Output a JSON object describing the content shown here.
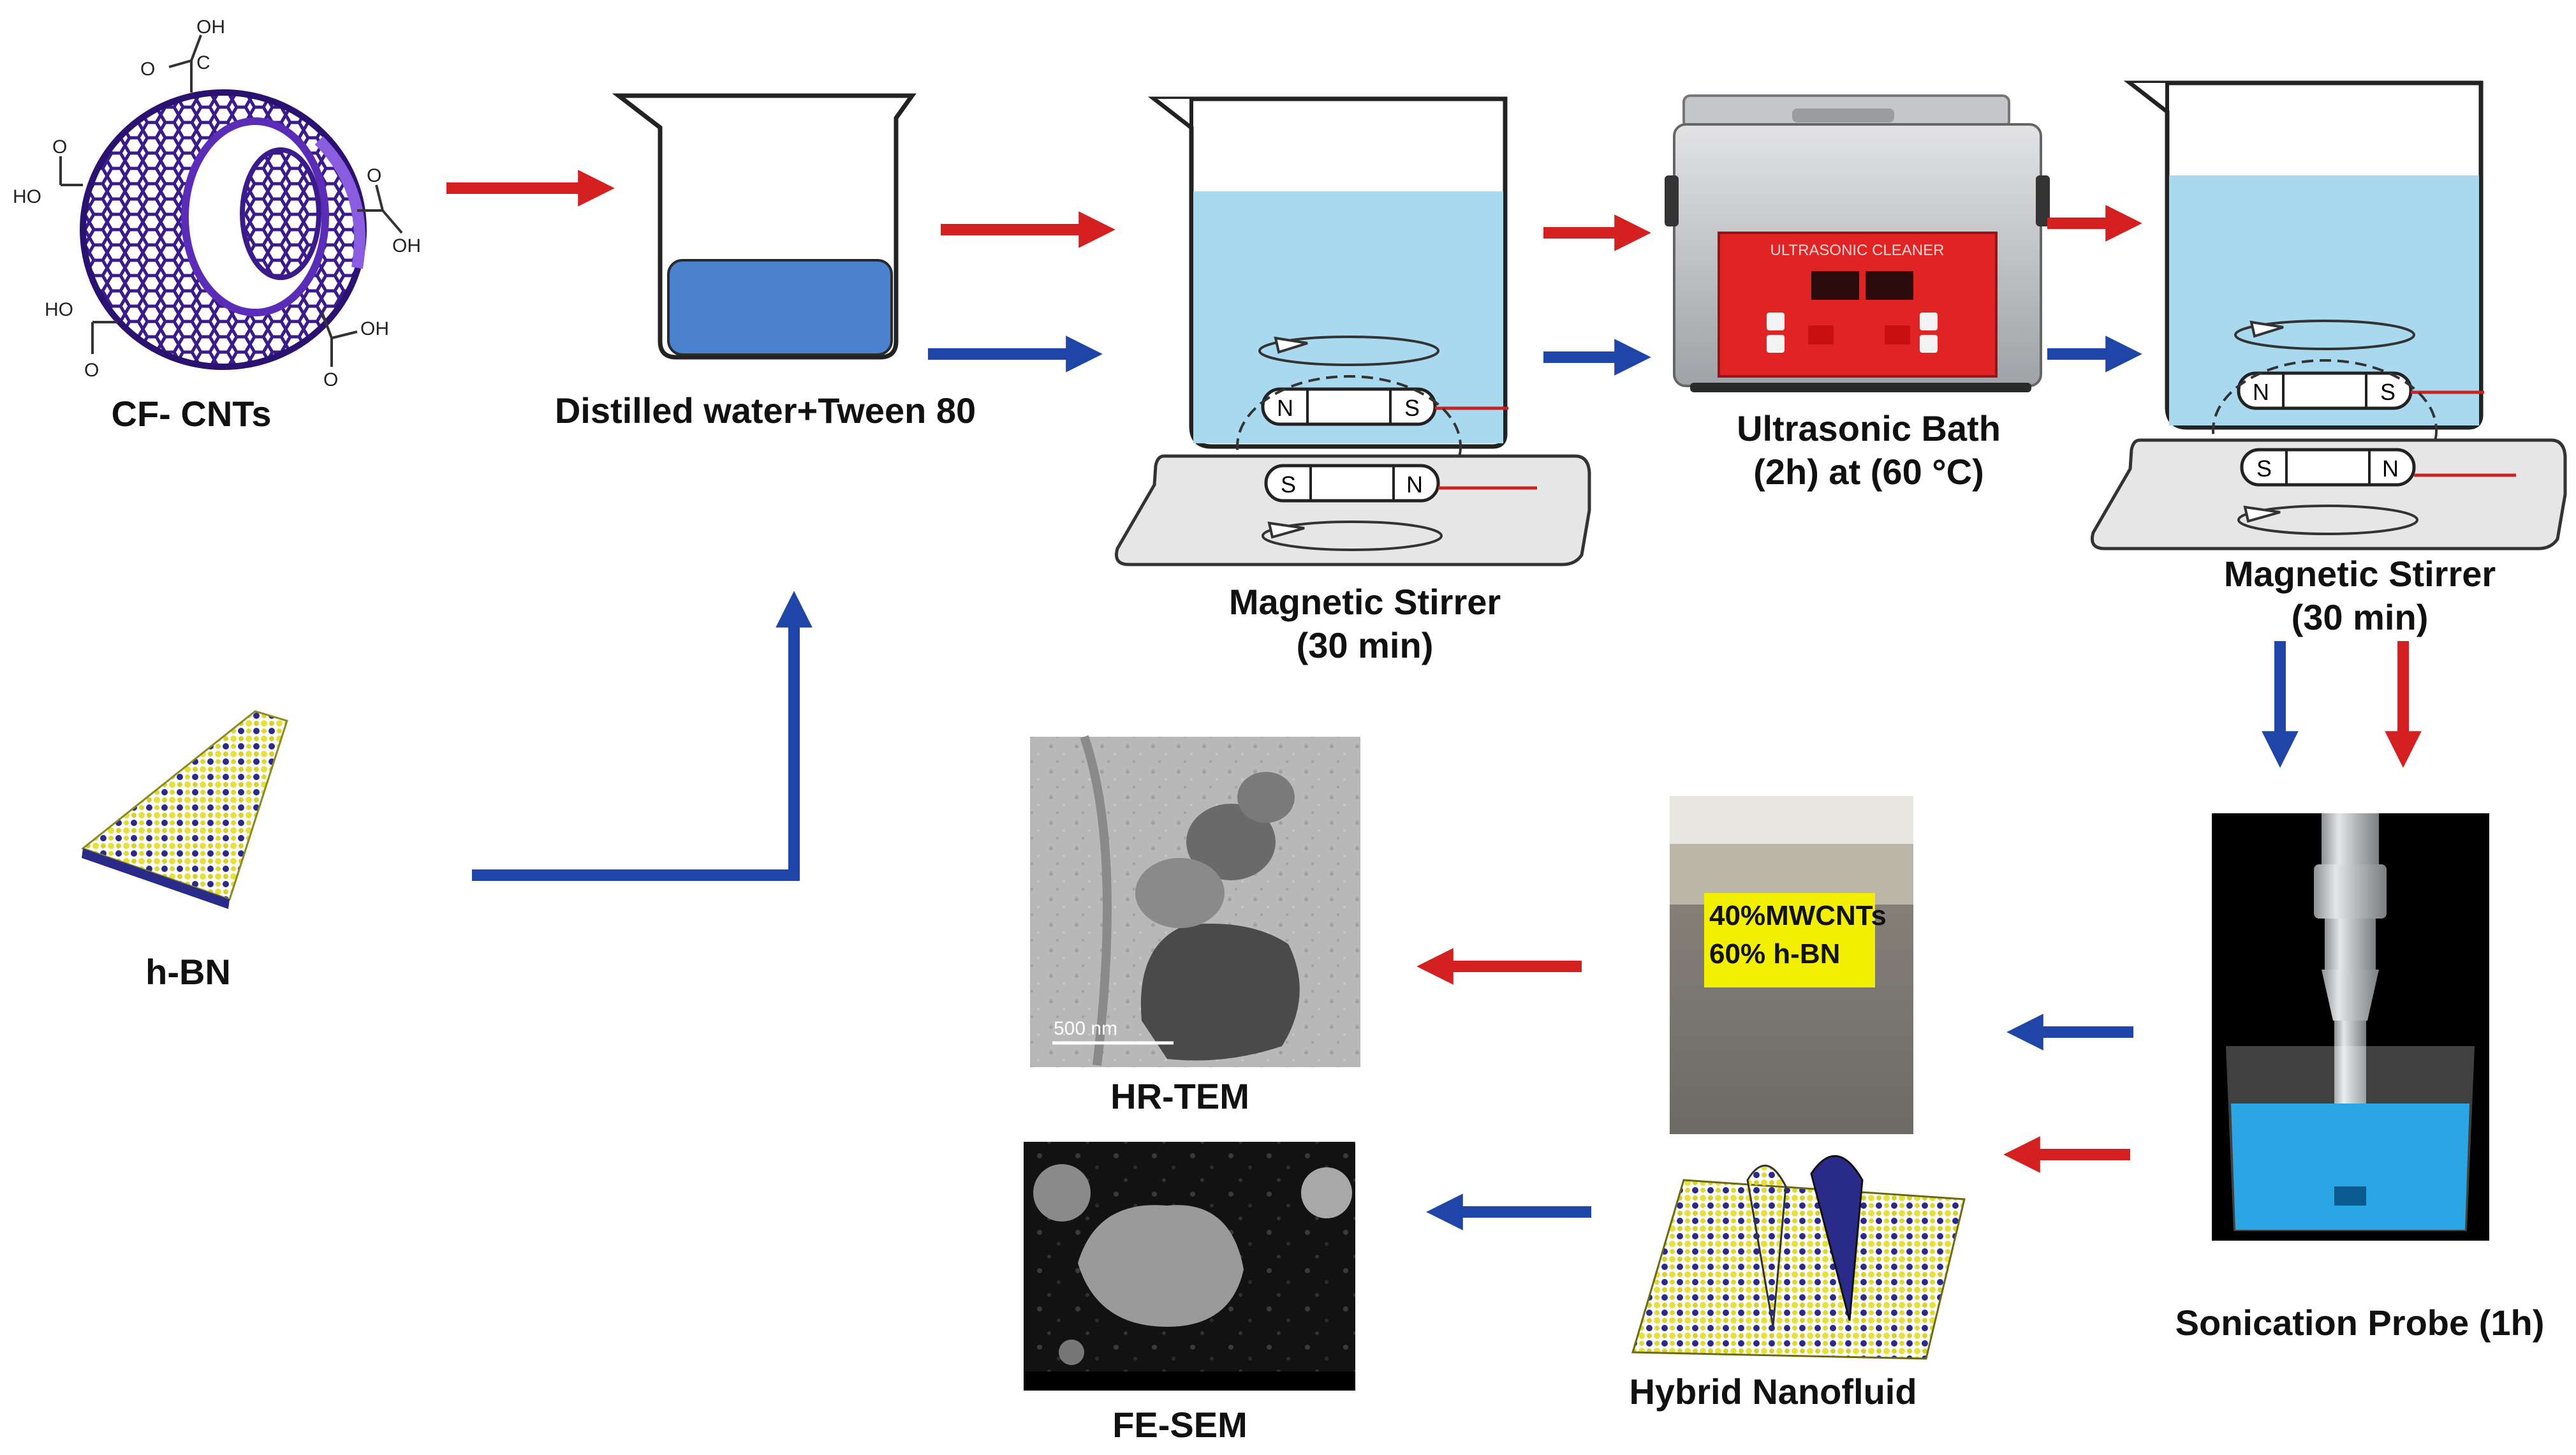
{
  "labels": {
    "cf_cnts": "CF- CNTs",
    "water": "Distilled water+Tween 80",
    "stirrer1_line1": "Magnetic Stirrer",
    "stirrer1_line2": "(30 min)",
    "ultrasonic_line1": "Ultrasonic Bath",
    "ultrasonic_line2": "(2h) at (60 °C)",
    "stirrer2_line1": "Magnetic Stirrer",
    "stirrer2_line2": "(30 min)",
    "hbn": "h-BN",
    "sonication": "Sonication Probe (1h)",
    "hybrid": "Hybrid Nanofluid",
    "hrtem": "HR-TEM",
    "fesem": "FE-SEM"
  },
  "jar_label": {
    "line1": "40%MWCNTs",
    "line2": "60% h-BN"
  },
  "magnets": {
    "north": "N",
    "south": "S"
  },
  "molecule": {
    "carboxyl_o": "O",
    "carboxyl_oh": "OH",
    "carboxyl_c": "C",
    "carboxyl_ho": "HO"
  },
  "tem_scale": "500 nm",
  "bath_display": "ULTRASONIC CLEANER",
  "colors": {
    "red_arrow": "#d42020",
    "blue_arrow": "#1f45a8",
    "water": "#a8d9ee",
    "liquid_dark": "#4a82d0",
    "bath_panel": "#e02424",
    "steel": "#c9cbcd"
  }
}
